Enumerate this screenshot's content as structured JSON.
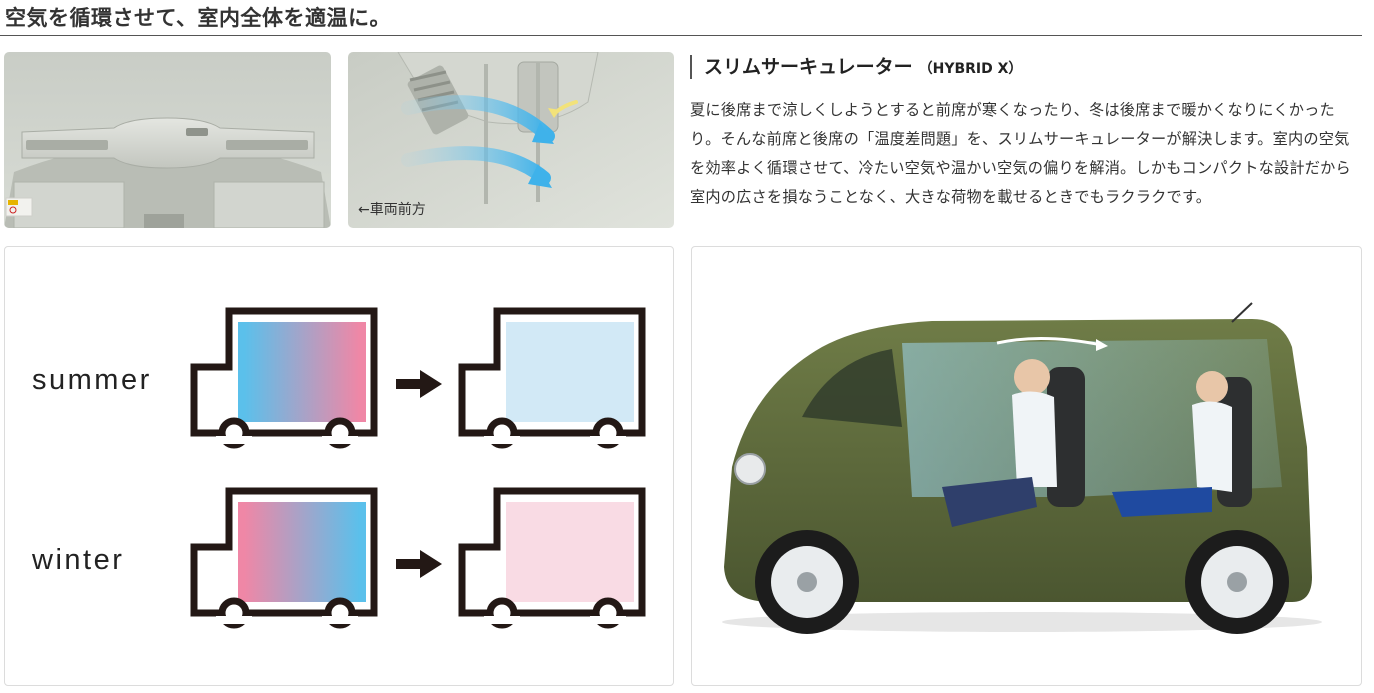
{
  "page": {
    "title": "空気を循環させて、室内全体を適温に。"
  },
  "photos": {
    "vent_closeup_caption": "←車両前方"
  },
  "feature": {
    "title": "スリムサーキュレーター",
    "title_sub": "（HYBRID X）",
    "body": "夏に後席まで涼しくしようとすると前席が寒くなったり、冬は後席まで暖かくなりにくかったり。そんな前席と後席の「温度差問題」を、スリムサーキュレーターが解決します。室内の空気を効率よく循環させて、冷たい空気や温かい空気の偏りを解消。しかもコンパクトな設計だから室内の広さを損なうことなく、大きな荷物を載せるときでもラクラクです。"
  },
  "diagram": {
    "rows": [
      {
        "label": "summer",
        "before_colors": [
          "#5bc0eb",
          "#ef87a6"
        ],
        "after_color": "#d2e9f6"
      },
      {
        "label": "winter",
        "before_colors": [
          "#ef87a6",
          "#5bc0eb"
        ],
        "after_color": "#f9dbe4"
      }
    ]
  },
  "colors": {
    "cool": "#5bc0eb",
    "warm": "#ef87a6",
    "car_body": "#5d6a3a",
    "rule": "#555555"
  }
}
